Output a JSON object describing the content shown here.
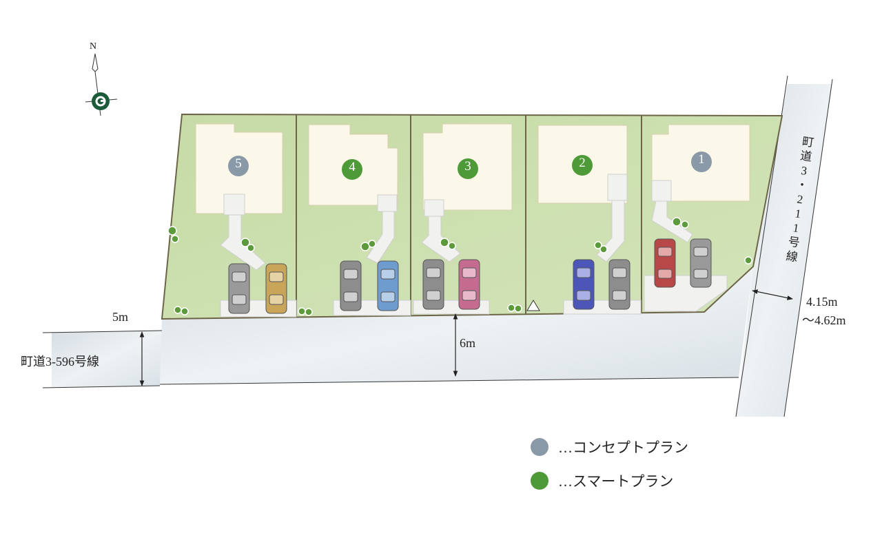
{
  "compass": {
    "north_label": "N",
    "icon": "compass-rose-icon"
  },
  "lots": [
    {
      "number": "1",
      "plan": "concept"
    },
    {
      "number": "2",
      "plan": "smart"
    },
    {
      "number": "3",
      "plan": "smart"
    },
    {
      "number": "4",
      "plan": "smart"
    },
    {
      "number": "5",
      "plan": "concept"
    }
  ],
  "roads": {
    "west_road_name": "町道3-596号線",
    "east_road_name": [
      "町",
      "道",
      "3",
      "・",
      "2",
      "1",
      "1",
      "号",
      "線"
    ],
    "front_road_width": "6m",
    "west_road_width": "5m",
    "east_road_width_line1": "4.15m",
    "east_road_width_line2": "〜4.62m"
  },
  "legend": [
    {
      "key": "concept",
      "label": "…コンセプトプラン",
      "color": "#8a99a8"
    },
    {
      "key": "smart",
      "label": "…スマートプラン",
      "color": "#4e9a38"
    }
  ],
  "colors": {
    "lawn": "#c8dcaa",
    "road": "#e2e8ec",
    "house": "#fbf8ea",
    "border": "#6b6447"
  }
}
